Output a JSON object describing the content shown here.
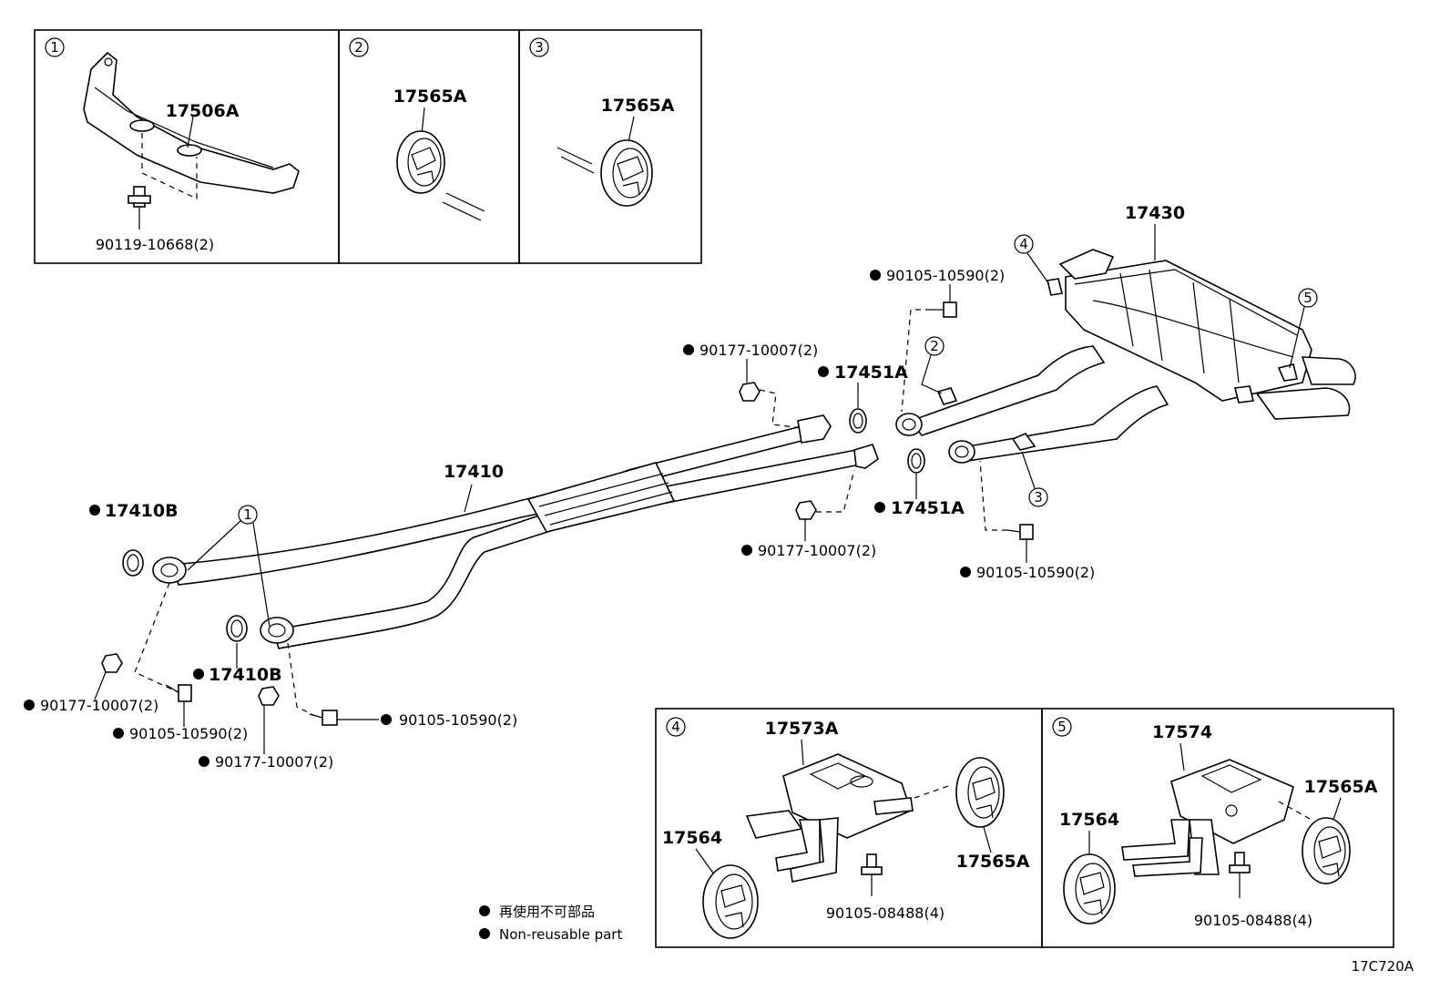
{
  "insets": {
    "inset1": {
      "circle": "1",
      "part": "17506A",
      "bolt": "90119-10668(2)"
    },
    "inset2": {
      "circle": "2",
      "part": "17565A"
    },
    "inset3": {
      "circle": "3",
      "part": "17565A"
    },
    "inset4": {
      "circle": "4",
      "bracket": "17573A",
      "hanger_left": "17564",
      "hanger_right": "17565A",
      "bolt": "90105-08488(4)"
    },
    "inset5": {
      "circle": "5",
      "bracket": "17574",
      "hanger_left": "17564",
      "hanger_right": "17565A",
      "bolt": "90105-08488(4)"
    }
  },
  "main": {
    "front_pipe": "17410",
    "muffler": "17430",
    "gasket_front_top": "17410B",
    "gasket_front_bottom": "17410B",
    "gasket_rear_top": "17451A",
    "gasket_rear_bottom": "17451A",
    "nut_rear_top": "90177-10007(2)",
    "nut_rear_bottom": "90177-10007(2)",
    "bolt_muffler_top": "90105-10590(2)",
    "bolt_muffler_bottom": "90105-10590(2)",
    "nut_front_left": "90177-10007(2)",
    "bolt_front_left": "90105-10590(2)",
    "nut_front_right": "90177-10007(2)",
    "bolt_front_right": "90105-10590(2)",
    "callout_1": "1",
    "callout_2": "2",
    "callout_3": "3",
    "callout_4": "4",
    "callout_5": "5"
  },
  "legend": {
    "line_ja": "再使用不可部品",
    "line_en": "Non-reusable part"
  },
  "figure_code": "17C720A"
}
